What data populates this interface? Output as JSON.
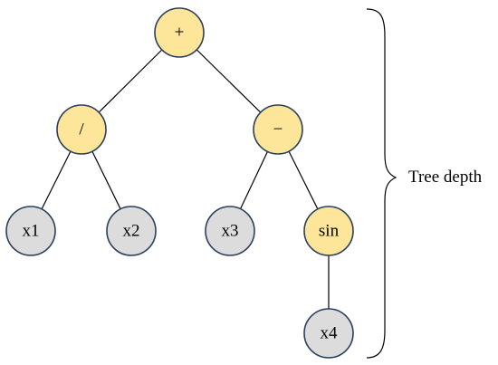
{
  "colors": {
    "operator_fill": "#fde59a",
    "variable_fill": "#dcdcdc",
    "node_border": "#2b3f5c"
  },
  "tree": {
    "nodes": [
      {
        "id": "plus",
        "label": "+",
        "kind": "operator"
      },
      {
        "id": "divide",
        "label": "/",
        "kind": "operator"
      },
      {
        "id": "minus",
        "label": "−",
        "kind": "operator"
      },
      {
        "id": "x1",
        "label": "x1",
        "kind": "variable"
      },
      {
        "id": "x2",
        "label": "x2",
        "kind": "variable"
      },
      {
        "id": "x3",
        "label": "x3",
        "kind": "variable"
      },
      {
        "id": "sin",
        "label": "sin",
        "kind": "operator"
      },
      {
        "id": "x4",
        "label": "x4",
        "kind": "variable"
      }
    ],
    "edges": [
      [
        "plus",
        "divide"
      ],
      [
        "plus",
        "minus"
      ],
      [
        "divide",
        "x1"
      ],
      [
        "divide",
        "x2"
      ],
      [
        "minus",
        "x3"
      ],
      [
        "minus",
        "sin"
      ],
      [
        "sin",
        "x4"
      ]
    ]
  },
  "brace_label": "Tree depth"
}
